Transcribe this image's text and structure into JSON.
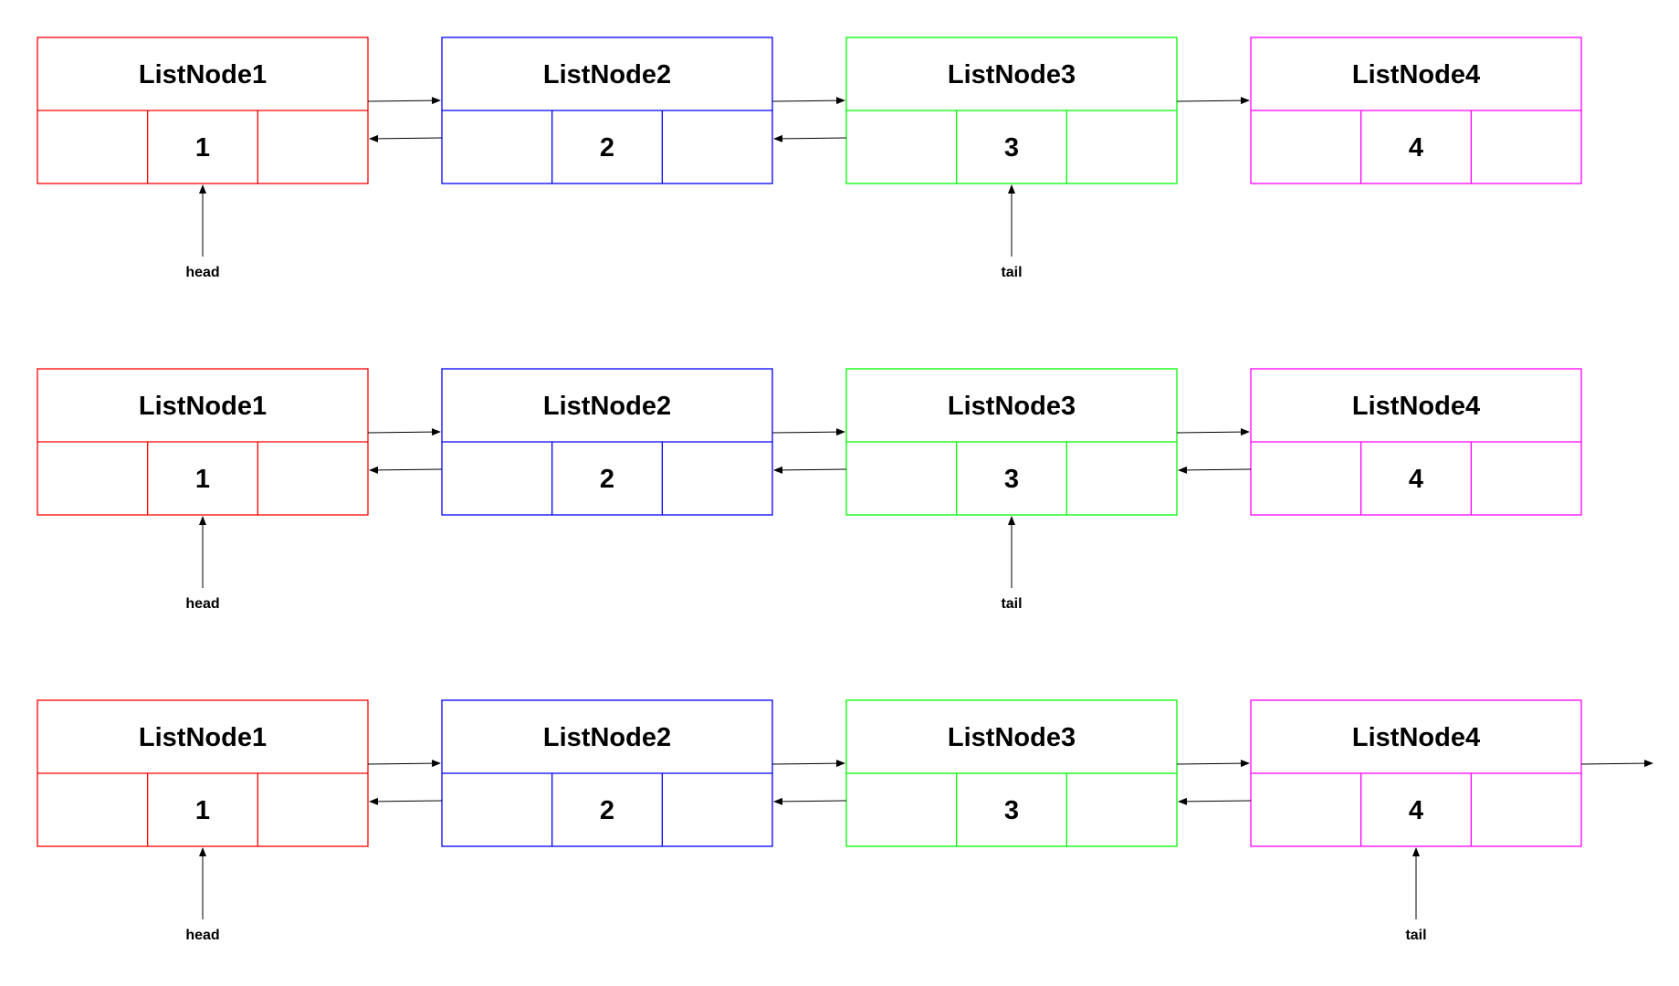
{
  "colors": {
    "node1": "#ff0000",
    "node2": "#0000ff",
    "node3": "#00ff00",
    "node4": "#ff00ff",
    "arrow": "#000000",
    "background": "#ffffff"
  },
  "node_titles": [
    "ListNode1",
    "ListNode2",
    "ListNode3",
    "ListNode4"
  ],
  "node_values": [
    "1",
    "2",
    "3",
    "4"
  ],
  "rows": [
    {
      "next_links": [
        [
          0,
          1
        ],
        [
          1,
          2
        ],
        [
          2,
          3
        ]
      ],
      "prev_links": [
        [
          1,
          0
        ],
        [
          2,
          1
        ]
      ],
      "trailing_next": false,
      "pointers": [
        {
          "label": "head",
          "node": 0
        },
        {
          "label": "tail",
          "node": 2
        }
      ]
    },
    {
      "next_links": [
        [
          0,
          1
        ],
        [
          1,
          2
        ],
        [
          2,
          3
        ]
      ],
      "prev_links": [
        [
          1,
          0
        ],
        [
          2,
          1
        ],
        [
          3,
          2
        ]
      ],
      "trailing_next": false,
      "pointers": [
        {
          "label": "head",
          "node": 0
        },
        {
          "label": "tail",
          "node": 2
        }
      ]
    },
    {
      "next_links": [
        [
          0,
          1
        ],
        [
          1,
          2
        ],
        [
          2,
          3
        ]
      ],
      "prev_links": [
        [
          1,
          0
        ],
        [
          2,
          1
        ],
        [
          3,
          2
        ]
      ],
      "trailing_next": true,
      "pointers": [
        {
          "label": "head",
          "node": 0
        },
        {
          "label": "tail",
          "node": 3
        }
      ]
    }
  ]
}
